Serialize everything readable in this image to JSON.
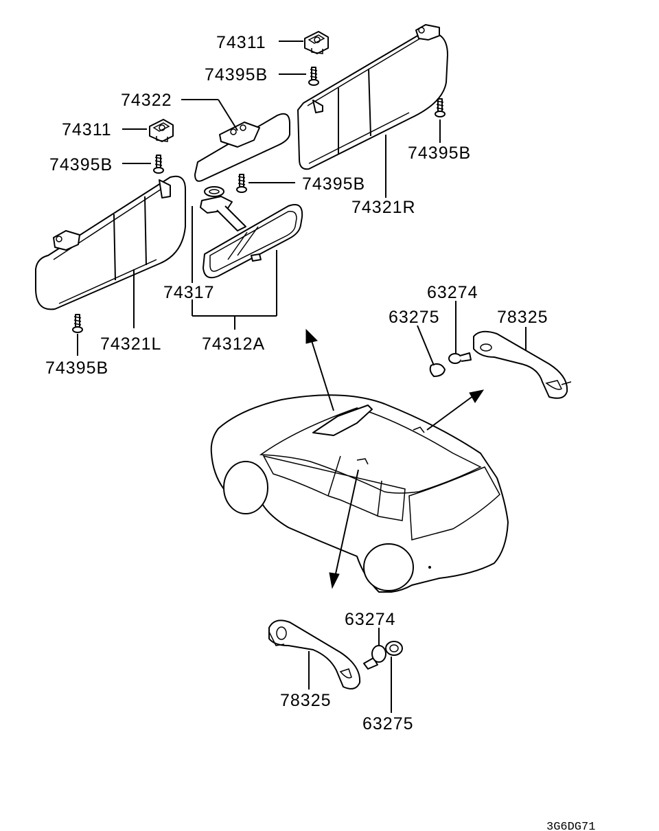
{
  "diagram": {
    "drawing_code": "3G6DG71",
    "labels": {
      "top_clip": "74311",
      "top_screw": "74395B",
      "holder": "74322",
      "left_clip": "74311",
      "left_screw_upper": "74395B",
      "mirror_screw": "74395B",
      "right_screw": "74395B",
      "right_visor": "74321R",
      "mirror_base": "74317",
      "left_visor": "74321L",
      "mirror_assy": "74312A",
      "left_screw_lower": "74395B",
      "rear_bolt": "63274",
      "rear_cap": "63275",
      "rear_grip": "78325",
      "front_bolt": "63274",
      "front_grip": "78325",
      "front_cap": "63275"
    }
  }
}
